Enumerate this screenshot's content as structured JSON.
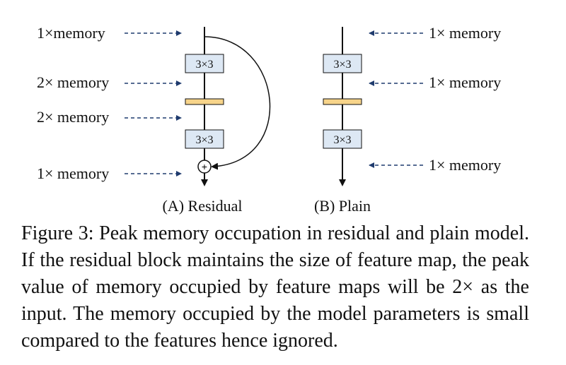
{
  "residual": {
    "labels": [
      "1×memory",
      "2× memory",
      "2× memory",
      "1× memory"
    ],
    "blocks": [
      "3×3",
      "3×3"
    ],
    "add_symbol": "+",
    "title": "(A) Residual"
  },
  "plain": {
    "labels": [
      "1× memory",
      "1× memory",
      "1× memory"
    ],
    "blocks": [
      "3×3",
      "3×3"
    ],
    "title": "(B) Plain"
  },
  "colors": {
    "conv_fill": "#dde8f4",
    "bn_fill": "#f7d48a",
    "arrow_dashed": "#1f3b6e"
  },
  "caption": "Figure 3: Peak memory occupation in residual and plain model. If the residual block maintains the size of feature map, the peak value of memory occupied by feature maps will be 2× as the input. The memory occupied by the model parameters is small compared to the features hence ignored."
}
